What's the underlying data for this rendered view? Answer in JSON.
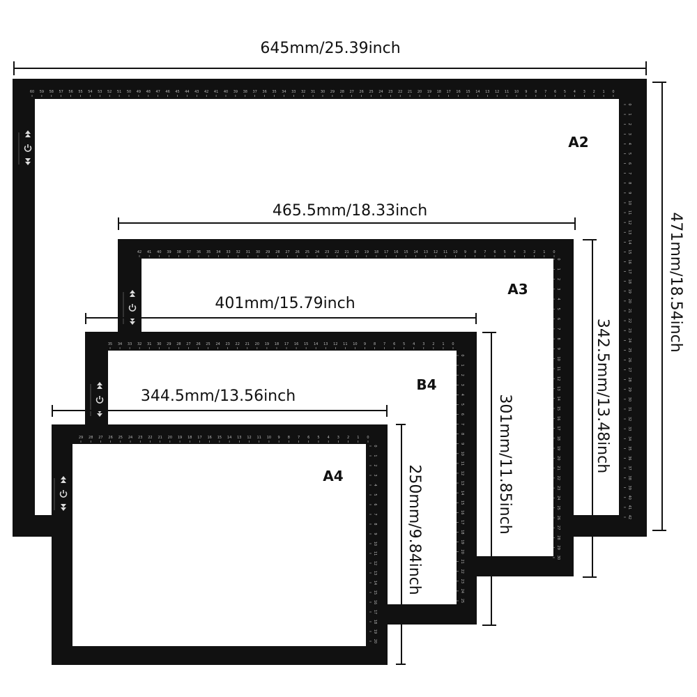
{
  "colors": {
    "frame": "#111111",
    "panel": "#ffffff",
    "ruler": "#bbbbbb",
    "text": "#111111"
  },
  "icons": [
    "arrow-up-double-icon",
    "power-icon",
    "arrow-down-double-icon"
  ],
  "pads": [
    {
      "id": "a2",
      "size_label": "A2",
      "width_label": "645mm/25.39inch",
      "height_label": "471mm/18.54inch",
      "top_ruler_max": 60,
      "side_ruler_max": 42
    },
    {
      "id": "a3",
      "size_label": "A3",
      "width_label": "465.5mm/18.33inch",
      "height_label": "342.5mm/13.48inch",
      "top_ruler_max": 42,
      "side_ruler_max": 30
    },
    {
      "id": "b4",
      "size_label": "B4",
      "width_label": "401mm/15.79inch",
      "height_label": "301mm/11.85inch",
      "top_ruler_max": 35,
      "side_ruler_max": 25
    },
    {
      "id": "a4",
      "size_label": "A4",
      "width_label": "344.5mm/13.56inch",
      "height_label": "250mm/9.84inch",
      "top_ruler_max": 29,
      "side_ruler_max": 20
    }
  ]
}
